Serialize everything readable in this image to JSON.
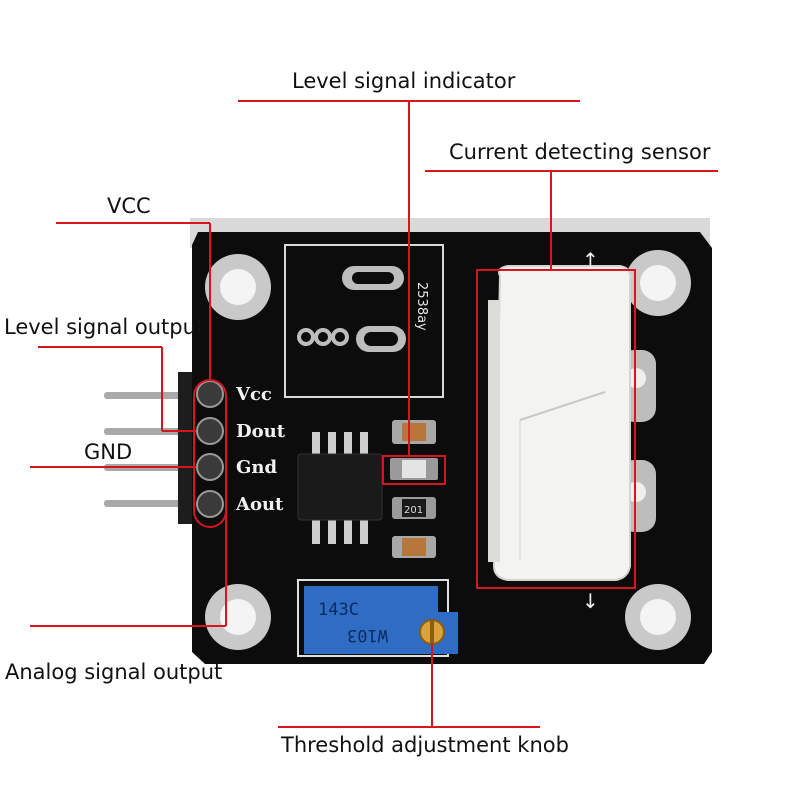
{
  "callouts": {
    "level_signal_indicator": "Level signal indicator",
    "current_detecting_sensor": "Current detecting sensor",
    "vcc": "VCC",
    "level_signal_output": "Level signal output",
    "gnd": "GND",
    "analog_signal_output": "Analog signal output",
    "threshold_adjustment_knob": "Threshold adjustment knob"
  },
  "board": {
    "pin_labels": [
      "Vcc",
      "Dout",
      "Gnd",
      "Aout"
    ],
    "chip_marking": "2538ay",
    "potentiometer_line1": "143C",
    "potentiometer_line2": "W103",
    "resistor_marking": "201",
    "arrow_marks": [
      "↑",
      "↓"
    ]
  },
  "colors": {
    "pcb": "#0c0c0c",
    "callout_line": "#d8141e",
    "silkscreen": "#f2f2f2",
    "sensor_body": "#f3f3f0",
    "potentiometer": "#2f6cc4",
    "knob": "#d9a23a"
  }
}
